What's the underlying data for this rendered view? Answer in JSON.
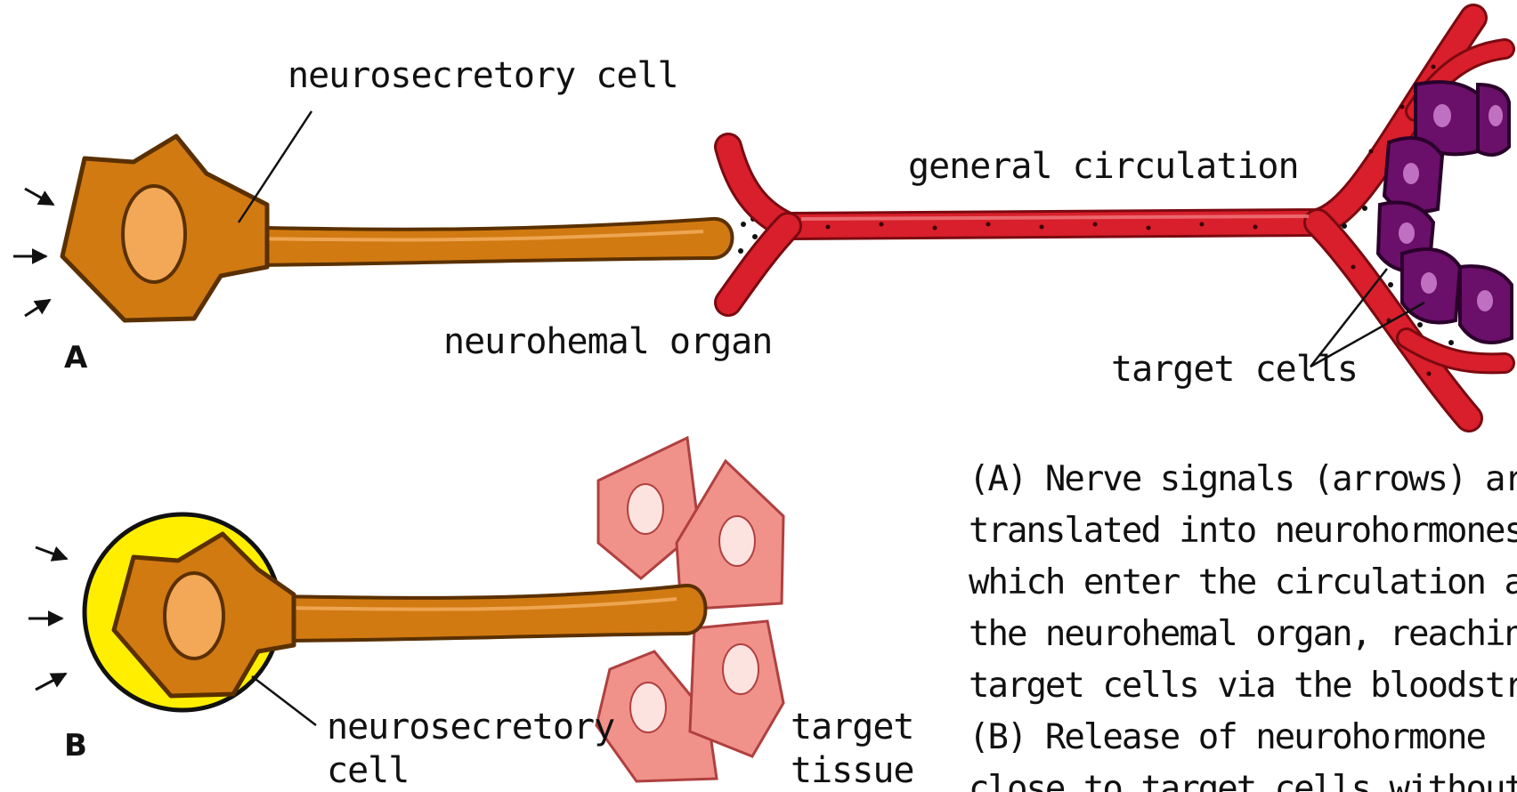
{
  "diagram": {
    "panel_a": {
      "letter": "A",
      "neurosecretory_cell_label": "neurosecretory cell",
      "neurohemal_organ_label": "neurohemal organ",
      "general_circulation_label": "general circulation",
      "target_cells_label": "target cells"
    },
    "panel_b": {
      "letter": "B",
      "neurosecretory_cell_label_line1": "neurosecretory",
      "neurosecretory_cell_label_line2": "cell",
      "target_tissue_label_line1": "target",
      "target_tissue_label_line2": "tissue"
    },
    "caption_lines": [
      "(A) Nerve signals (arrows) are",
      "translated into neurohormones,",
      "which enter the circulation at",
      "the neurohemal organ, reaching",
      "target cells via the bloodstream.",
      "(B) Release of neurohormone",
      "close to target cells without"
    ],
    "colors": {
      "neuron": "#d17a12",
      "neuron_outline": "#5a3000",
      "nucleus": "#f2a856",
      "vessel": "#d81f2b",
      "target_cell": "#6a0f6a",
      "halo": "#ffee00",
      "tissue_cell": "#f0928a"
    }
  }
}
